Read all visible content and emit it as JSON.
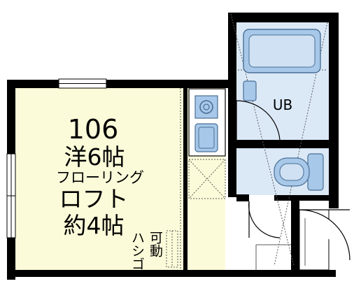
{
  "room": {
    "number": "106",
    "size": "洋6帖",
    "floor": "フローリング",
    "loft": "ロフト",
    "loft_size": "約4帖"
  },
  "bath": {
    "label": "UB"
  },
  "ladder": {
    "col1": "ハシゴ",
    "col2": "可動"
  },
  "colors": {
    "room_fill": "#fbfbd9",
    "wet_fill": "#dbe9f7",
    "wall": "#000000",
    "fixture_fill": "#a7c8e8",
    "fixture_stroke": "#4a6f96",
    "line": "#5a5a5a"
  }
}
